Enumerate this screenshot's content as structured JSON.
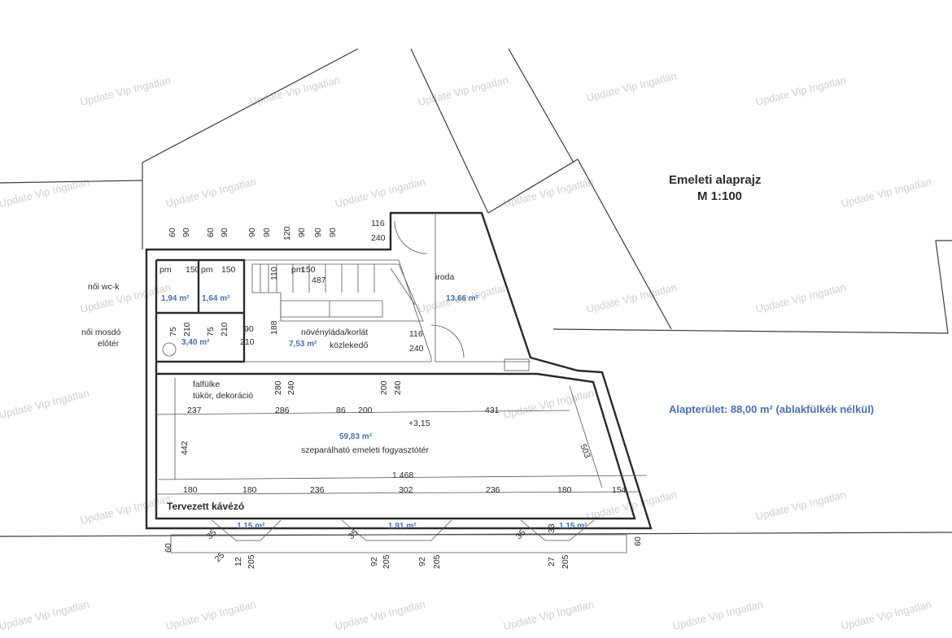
{
  "title": "Emeleti alaprajz",
  "scale": "M 1:100",
  "area_note": "Alapterület: 88,00 m² (ablakfülkék nélkül)",
  "watermark": "Update Vip Ingatlan",
  "rooms": {
    "wc1_area": "1,94 m²",
    "wc2_area": "1,64 m²",
    "mosdo_area": "3,40 m²",
    "kozl_area": "7,53 m²",
    "iroda_area": "13,66 m²",
    "fogy_area": "59,83 m²",
    "win1_area": "1,15 m²",
    "win2_area": "1,91 m²",
    "win3_area": "1,15 m²"
  },
  "labels": {
    "noi_wc": "női wc-k",
    "noi_mosdo": "női mosdó",
    "eloter": "előtér",
    "falfulke": "falfülke",
    "tukor": "tükör, dekoráció",
    "novenylada": "növényláda/korlát",
    "kozlekedo": "közlekedő",
    "iroda": "iroda",
    "szeparalhato": "szeparálható emeleti fogyasztótér",
    "kavezo": "Tervezett kávézó",
    "pm1": "pm",
    "pm2": "pm",
    "pm3": "pm",
    "level": "+3,15"
  },
  "dims": {
    "top_door": [
      "60",
      "90",
      "60",
      "90",
      "90",
      "90",
      "120",
      "90",
      "90",
      "90"
    ],
    "d116a": "116",
    "d240a": "240",
    "d150a": "150",
    "d150b": "150",
    "d150c": "150",
    "d487": "487",
    "d110": "110",
    "d75a": "75",
    "d210a": "210",
    "d75b": "75",
    "d210b": "210",
    "d90": "90",
    "d210c": "210",
    "d188": "188",
    "d116b": "116",
    "d240b": "240",
    "d280": "280",
    "d240c": "240",
    "d200a": "200",
    "d240d": "240",
    "row1": [
      "237",
      "286",
      "86",
      "200",
      "431"
    ],
    "d442": "442",
    "d503": "503",
    "d1468": "1 468",
    "row2": [
      "180",
      "180",
      "236",
      "302",
      "236",
      "180",
      "154"
    ],
    "side60a": "60",
    "side60b": "60",
    "w_bottom": [
      "25",
      "12",
      "205",
      "92",
      "205",
      "92",
      "205",
      "27",
      "205"
    ],
    "d35a": "35",
    "d35b": "35",
    "d35c": "35",
    "d33": "33"
  }
}
